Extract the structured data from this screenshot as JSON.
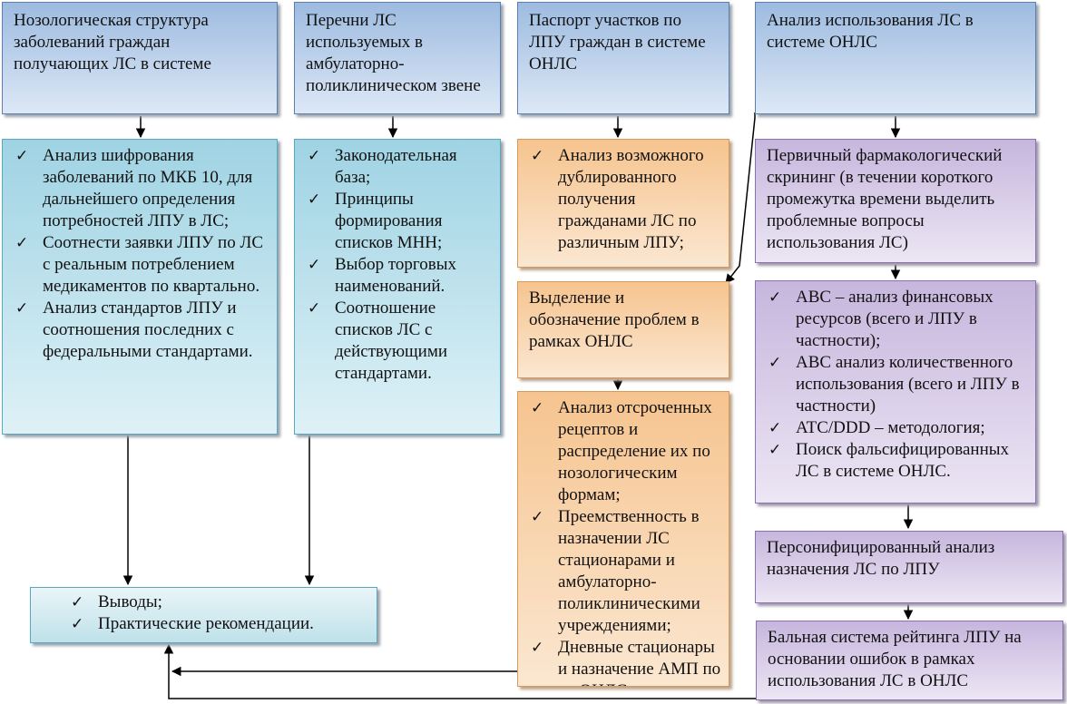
{
  "top_row": [
    {
      "id": "nosology",
      "text": "Нозологическая структура заболеваний граждан получающих ЛС в системе"
    },
    {
      "id": "lists",
      "text": "Перечни ЛС используемых в амбулаторно-поликлиническом звене"
    },
    {
      "id": "passport",
      "text": "Паспорт участков по ЛПУ граждан в системе ОНЛС"
    },
    {
      "id": "analysis",
      "text": "Анализ использования ЛС в системе ОНЛС"
    }
  ],
  "nosology_items": [
    "Анализ шифрования заболеваний по МКБ 10, для дальнейшего определения потребностей ЛПУ в ЛС;",
    "Соотнести заявки ЛПУ по ЛС с реальным потреблением медикаментов по квартально.",
    "Анализ стандартов ЛПУ и соотношения последних с федеральными стандартами."
  ],
  "lists_items": [
    "Законодательная база;",
    "Принципы формирования списков МНН;",
    "Выбор торговых наименований.",
    "Соотношение списков ЛС с действующими стандартами."
  ],
  "passport_items": [
    "Анализ возможного дублированного получения гражданами ЛС по различным ЛПУ;"
  ],
  "problems_box": "Выделение и обозначение проблем в рамках ОНЛС",
  "problems_items": [
    "Анализ отсроченных рецептов и распределение их по нозологическим формам;",
    "Преемственность в назначении ЛС стационарами и амбулаторно-поликлиническими учреждениями;",
    "Дневные стационары и назначение АМП по си ОНЛС."
  ],
  "screening_box": "Первичный фармакологический скрининг (в течении короткого промежутка времени выделить проблемные вопросы использования ЛС)",
  "abc_items": [
    "ABC – анализ финансовых ресурсов (всего и ЛПУ в частности);",
    "ABC анализ количественного использования (всего и ЛПУ в частности)",
    "ATC/DDD – методология;",
    "Поиск фальсифицированных ЛС в системе ОНЛС."
  ],
  "personified_box": "Персонифицированный анализ назначения ЛС по ЛПУ",
  "rating_box": "Бальная система рейтинга ЛПУ на основании ошибок в рамках использования ЛС в ОНЛС",
  "conclusions_items": [
    "Выводы;",
    "Практические рекомендации."
  ],
  "colors": {
    "header_blue": "#9dbbe0",
    "list_cyan": "#9fd3e3",
    "orange": "#f6c48f",
    "purple": "#c6b6dd",
    "connector": "#000000"
  }
}
